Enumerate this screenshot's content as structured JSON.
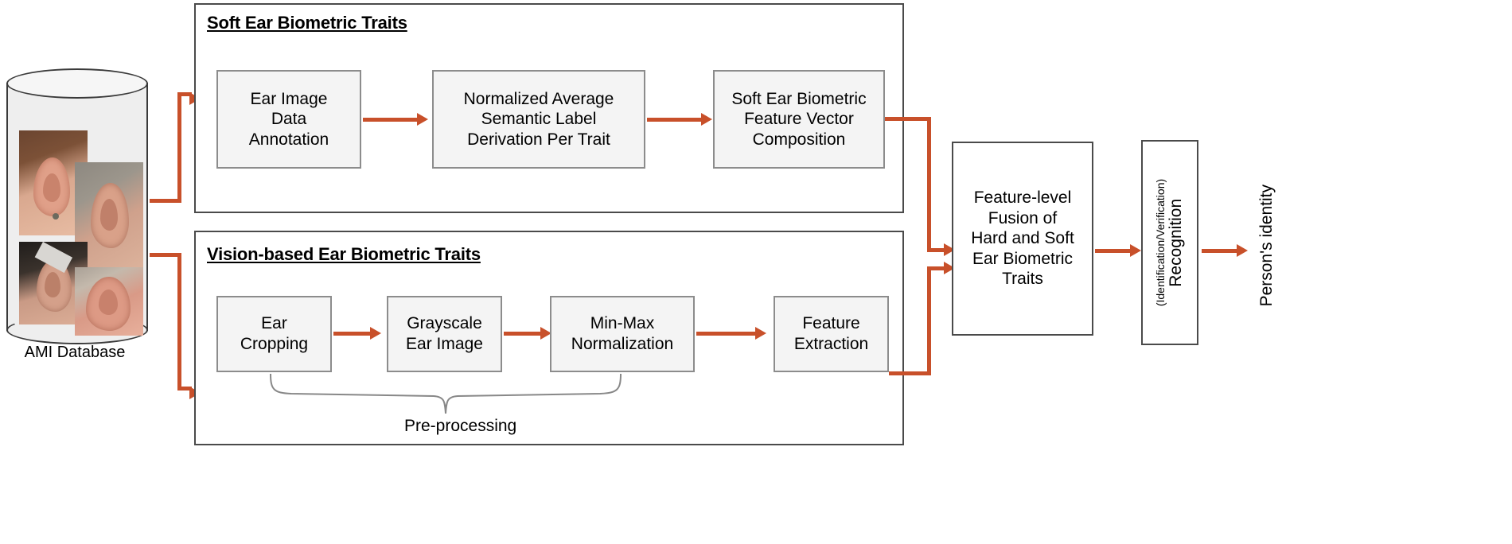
{
  "database": {
    "label": "AMI Database",
    "icon": "cylinder-database-icon",
    "thumbnails": [
      {
        "name": "ear-photo-1"
      },
      {
        "name": "ear-photo-2"
      },
      {
        "name": "ear-photo-3"
      },
      {
        "name": "ear-photo-4"
      }
    ]
  },
  "soft_section": {
    "title": "Soft Ear Biometric Traits",
    "steps": [
      {
        "label": "Ear Image\nData\nAnnotation",
        "line1": "Ear Image",
        "line2": "Data",
        "line3": "Annotation"
      },
      {
        "label": "Normalized Average Semantic Label Derivation Per Trait",
        "line1": "Normalized Average",
        "line2": "Semantic Label",
        "line3": "Derivation Per Trait"
      },
      {
        "label": "Soft Ear Biometric Feature Vector Composition",
        "line1": "Soft Ear Biometric",
        "line2": "Feature Vector",
        "line3": "Composition"
      }
    ]
  },
  "vision_section": {
    "title": "Vision-based Ear Biometric Traits",
    "steps": [
      {
        "line1": "Ear",
        "line2": "Cropping"
      },
      {
        "line1": "Grayscale",
        "line2": "Ear Image"
      },
      {
        "line1": "Min-Max",
        "line2": "Normalization"
      },
      {
        "line1": "Feature",
        "line2": "Extraction"
      }
    ],
    "brace_label": "Pre-processing"
  },
  "fusion": {
    "line1": "Feature-level",
    "line2": "Fusion of",
    "line3": "Hard and Soft",
    "line4": "Ear Biometric",
    "line5": "Traits"
  },
  "recognition": {
    "title": "Recognition",
    "subtitle": "(Identification/Verification)"
  },
  "output": {
    "label": "Person's identity"
  },
  "colors": {
    "arrow": "#c8502a",
    "panel_border": "#4a4a4a",
    "box_border": "#8c8c8c",
    "box_fill": "#f4f4f4"
  }
}
